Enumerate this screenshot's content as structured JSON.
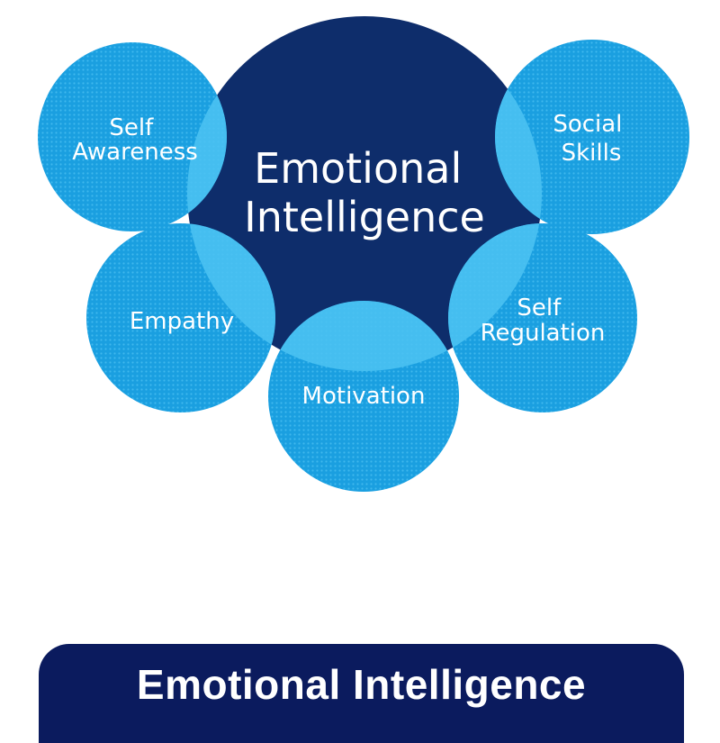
{
  "diagram": {
    "center": {
      "line1": "Emotional",
      "line2": "Intelligence"
    },
    "bubbles": {
      "self_awareness": {
        "line1": "Self",
        "line2": "Awareness"
      },
      "social_skills": {
        "line1": "Social",
        "line2": "Skills"
      },
      "empathy": {
        "line1": "Empathy"
      },
      "self_regulation": {
        "line1": "Self",
        "line2": "Regulation"
      },
      "motivation": {
        "line1": "Motivation"
      }
    },
    "colors": {
      "center_fill": "#0e2d6b",
      "bubble_fill": "#22a7e3",
      "bubble_overlap": "#4ec3f2",
      "label_text": "#ffffff"
    }
  },
  "banner": {
    "title": "Emotional Intelligence",
    "background": "#0b1b5e",
    "text_color": "#ffffff"
  }
}
